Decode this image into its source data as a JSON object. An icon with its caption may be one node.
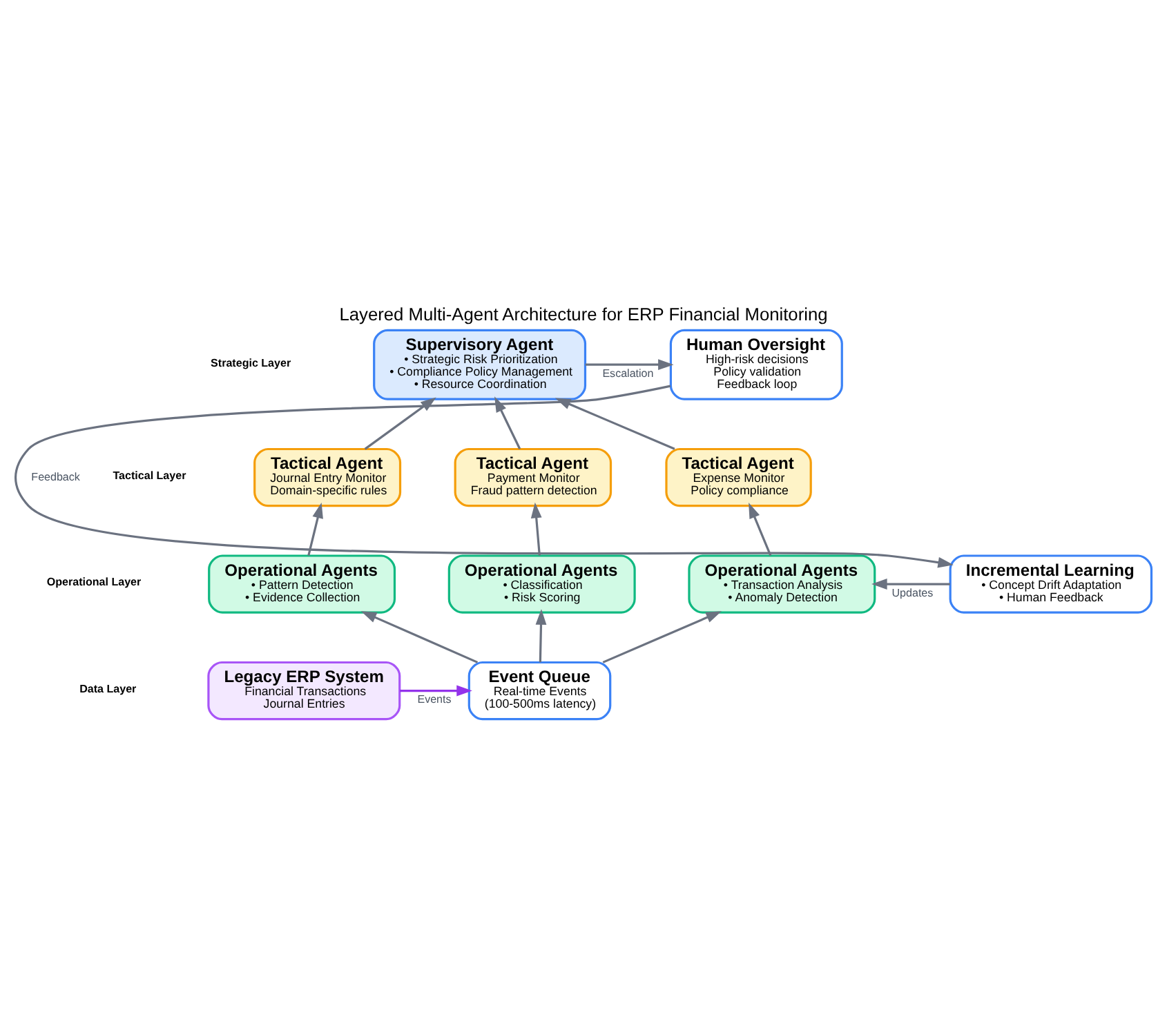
{
  "diagram": {
    "title": "Layered Multi-Agent Architecture for ERP Financial Monitoring",
    "nodes": [
      {
        "text": [
          "Supervisory Agent",
          "• Strategic Risk Prioritization",
          "• Compliance Policy Management",
          "• Resource Coordination"
        ]
      },
      {
        "text": [
          "Human Oversight",
          "High-risk decisions",
          "Policy validation",
          "Feedback loop"
        ]
      },
      {
        "text": [
          "Tactical Agent",
          "Journal Entry Monitor",
          "Domain-specific rules"
        ]
      },
      {
        "text": [
          "Tactical Agent",
          "Payment Monitor",
          "Fraud pattern detection"
        ]
      },
      {
        "text": [
          "Tactical Agent",
          "Expense Monitor",
          "Policy compliance"
        ]
      },
      {
        "text": [
          "Operational Agents",
          "• Pattern Detection",
          "• Evidence Collection"
        ]
      },
      {
        "text": [
          "Operational Agents",
          "• Classification",
          "• Risk Scoring"
        ]
      },
      {
        "text": [
          "Operational Agents",
          "• Transaction Analysis",
          "• Anomaly Detection"
        ]
      },
      {
        "text": [
          "Incremental Learning",
          "• Concept Drift Adaptation",
          "• Human Feedback"
        ]
      },
      {
        "text": [
          "Legacy ERP System",
          "Financial Transactions",
          "Journal Entries"
        ]
      },
      {
        "text": [
          "Event Queue",
          "Real-time Events",
          "(100-500ms latency)"
        ]
      }
    ],
    "edges": [
      {
        "from": 0,
        "to": 1,
        "arrow": "to",
        "label": "Escalation"
      },
      {
        "from": 2,
        "to": 0,
        "arrow": "to"
      },
      {
        "from": 3,
        "to": 0,
        "arrow": "to"
      },
      {
        "from": 4,
        "to": 0,
        "arrow": "to"
      },
      {
        "from": 5,
        "to": 2,
        "arrow": "to"
      },
      {
        "from": 6,
        "to": 3,
        "arrow": "to"
      },
      {
        "from": 7,
        "to": 4,
        "arrow": "to"
      },
      {
        "from": 1,
        "to": 8,
        "arrow": "to",
        "label": "Feedback"
      },
      {
        "from": 8,
        "to": 7,
        "arrow": "to",
        "label": "Updates"
      },
      {
        "from": 10,
        "to": 5,
        "arrow": "to"
      },
      {
        "from": 10,
        "to": 6,
        "arrow": "to"
      },
      {
        "from": 10,
        "to": 7,
        "arrow": "to"
      },
      {
        "from": 9,
        "to": 10,
        "arrow": "to",
        "label": "Events",
        "color": "#9333ea"
      }
    ],
    "labels": [
      "Strategic Layer",
      "Tactical Layer",
      "Operational Layer",
      "Data Layer"
    ]
  }
}
